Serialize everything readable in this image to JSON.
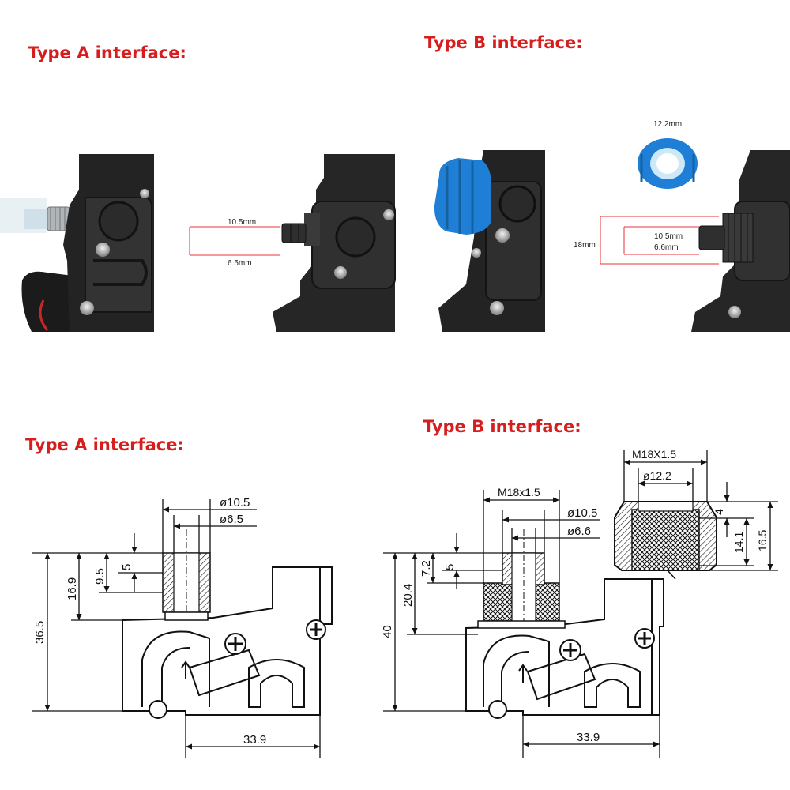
{
  "headers": {
    "type_a_top": "Type A interface:",
    "type_b_top": "Type B interface:",
    "type_a_bottom": "Type A interface:",
    "type_b_bottom": "Type B interface:"
  },
  "photo_a": {
    "outer_diameter": "10.5mm",
    "inner_diameter": "6.5mm"
  },
  "photo_b": {
    "nut_diameter": "12.2mm",
    "thread_diameter": "18mm",
    "outer_diameter": "10.5mm",
    "inner_diameter": "6.6mm"
  },
  "drawing_a": {
    "d_outer": "ø10.5",
    "d_inner": "ø6.5",
    "h_total": "36.5",
    "h_nozzle": "16.9",
    "h_barb": "9.5",
    "h_tip": "5",
    "width": "33.9"
  },
  "drawing_b": {
    "thread": "M18x1.5",
    "d_outer": "ø10.5",
    "d_inner": "ø6.6",
    "h_total": "40",
    "h_nozzle": "20.4",
    "h_barb": "7.2",
    "h_tip": "5",
    "width": "33.9"
  },
  "drawing_nut": {
    "thread": "M18X1.5",
    "d_inner": "ø12.2",
    "h_top": "4",
    "h_thread": "14.1",
    "h_total": "16.5"
  },
  "colors": {
    "header": "#d61e1e",
    "dimension_line": "#e8323c",
    "pump_body": "#2a2a2a",
    "blue_nut": "#1f7fd6"
  }
}
